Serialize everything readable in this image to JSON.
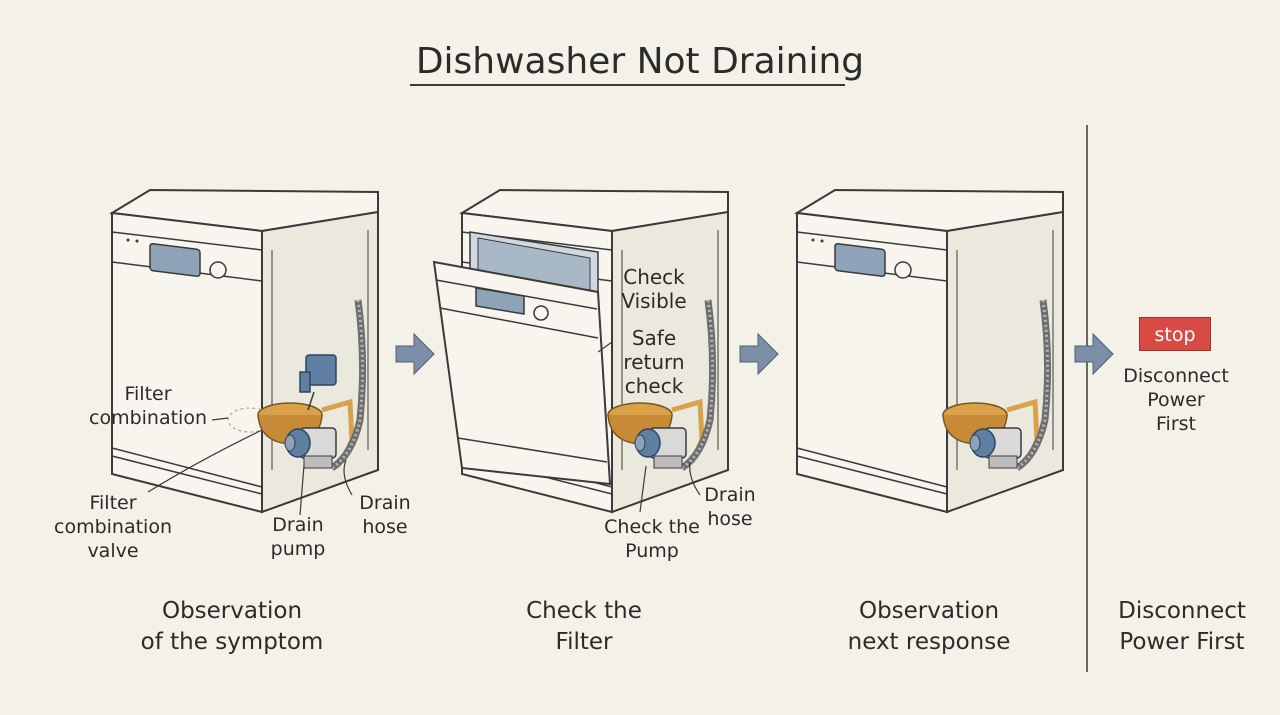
{
  "title": "Dishwasher Not Draining",
  "steps": [
    {
      "caption_line1": "Observation",
      "caption_line2": "of the symptom"
    },
    {
      "caption_line1": "Check the",
      "caption_line2": "Filter"
    },
    {
      "caption_line1": "Observation",
      "caption_line2": "next response"
    },
    {
      "caption_line1": "Disconnect",
      "caption_line2": "Power First"
    }
  ],
  "panel1": {
    "filter_combination": [
      "Filter",
      "combination"
    ],
    "filter_combination_valve": [
      "Filter",
      "combination",
      "valve"
    ],
    "drain_pump": [
      "Drain",
      "pump"
    ],
    "drain_hose": [
      "Drain",
      "hose"
    ]
  },
  "panel2": {
    "check_visible": [
      "Check",
      "Visible"
    ],
    "safe_return": [
      "Safe",
      "return",
      "check"
    ],
    "check_pump": [
      "Check the",
      "Pump"
    ],
    "drain_hose": [
      "Drain",
      "hose"
    ]
  },
  "panel4": {
    "badge": "stop",
    "note": [
      "Disconnect",
      "Power",
      "First"
    ]
  },
  "colors": {
    "background": "#f3f1e8",
    "line": "#3a3a3a",
    "panel_blue": "#8ea3b8",
    "pipe_orange": "#d9a24a",
    "pump_blue": "#5f7fa3",
    "arrow": "#7d8fa8",
    "stop": "#d84b45"
  }
}
